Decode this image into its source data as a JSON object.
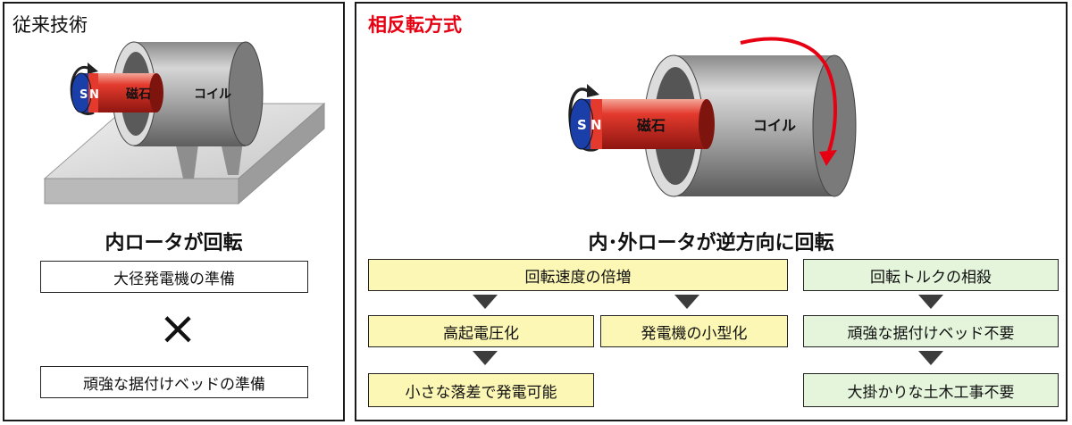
{
  "left": {
    "title": "従来技術",
    "magnet_label": "磁石",
    "coil_label": "コイル",
    "pole_s": "S",
    "pole_n": "N",
    "caption": "内ロータが回転",
    "box_top": "大径発電機の準備",
    "cross_mark": "×",
    "box_bottom": "頑強な据付けベッドの準備"
  },
  "right": {
    "title": "相反転方式",
    "magnet_label": "磁石",
    "coil_label": "コイル",
    "pole_s": "S",
    "pole_n": "N",
    "caption": "内･外ロータが逆方向に回転",
    "flow_left": {
      "top": "回転速度の倍増",
      "mid_left": "高起電圧化",
      "mid_right": "発電機の小型化",
      "bottom": "小さな落差で発電可能"
    },
    "flow_right": {
      "top": "回転トルクの相殺",
      "mid": "頑強な据付けベッド不要",
      "bottom": "大掛かりな土木工事不要"
    }
  },
  "colors": {
    "accent_red": "#e60012",
    "box_yellow": "#fcf7b4",
    "box_green": "#e4f5dc",
    "magnet_red": "#e0352b",
    "pole_blue": "#1a3fa8"
  }
}
